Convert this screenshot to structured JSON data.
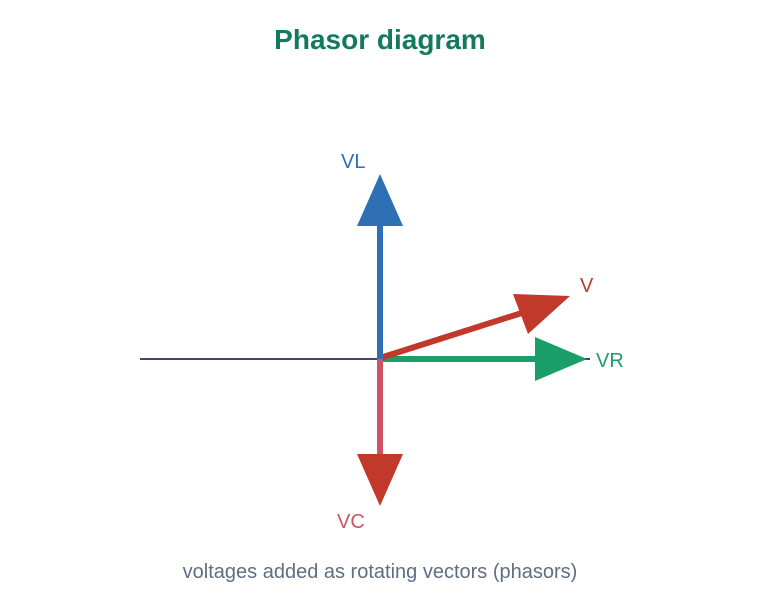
{
  "title": "Phasor diagram",
  "caption": "voltages added as rotating vectors (phasors)",
  "phasors": {
    "vl": {
      "label": "VL",
      "color": "#2f6fb3"
    },
    "v": {
      "label": "V",
      "color": "#c0392b"
    },
    "vr": {
      "label": "VR",
      "color": "#1a9e6a"
    },
    "vc": {
      "label": "VC",
      "color": "#cc5564",
      "head_color": "#c0392b"
    }
  },
  "colors": {
    "title": "#137a5e",
    "caption": "#5f6e82",
    "reference_axis": "#3d4a66"
  }
}
